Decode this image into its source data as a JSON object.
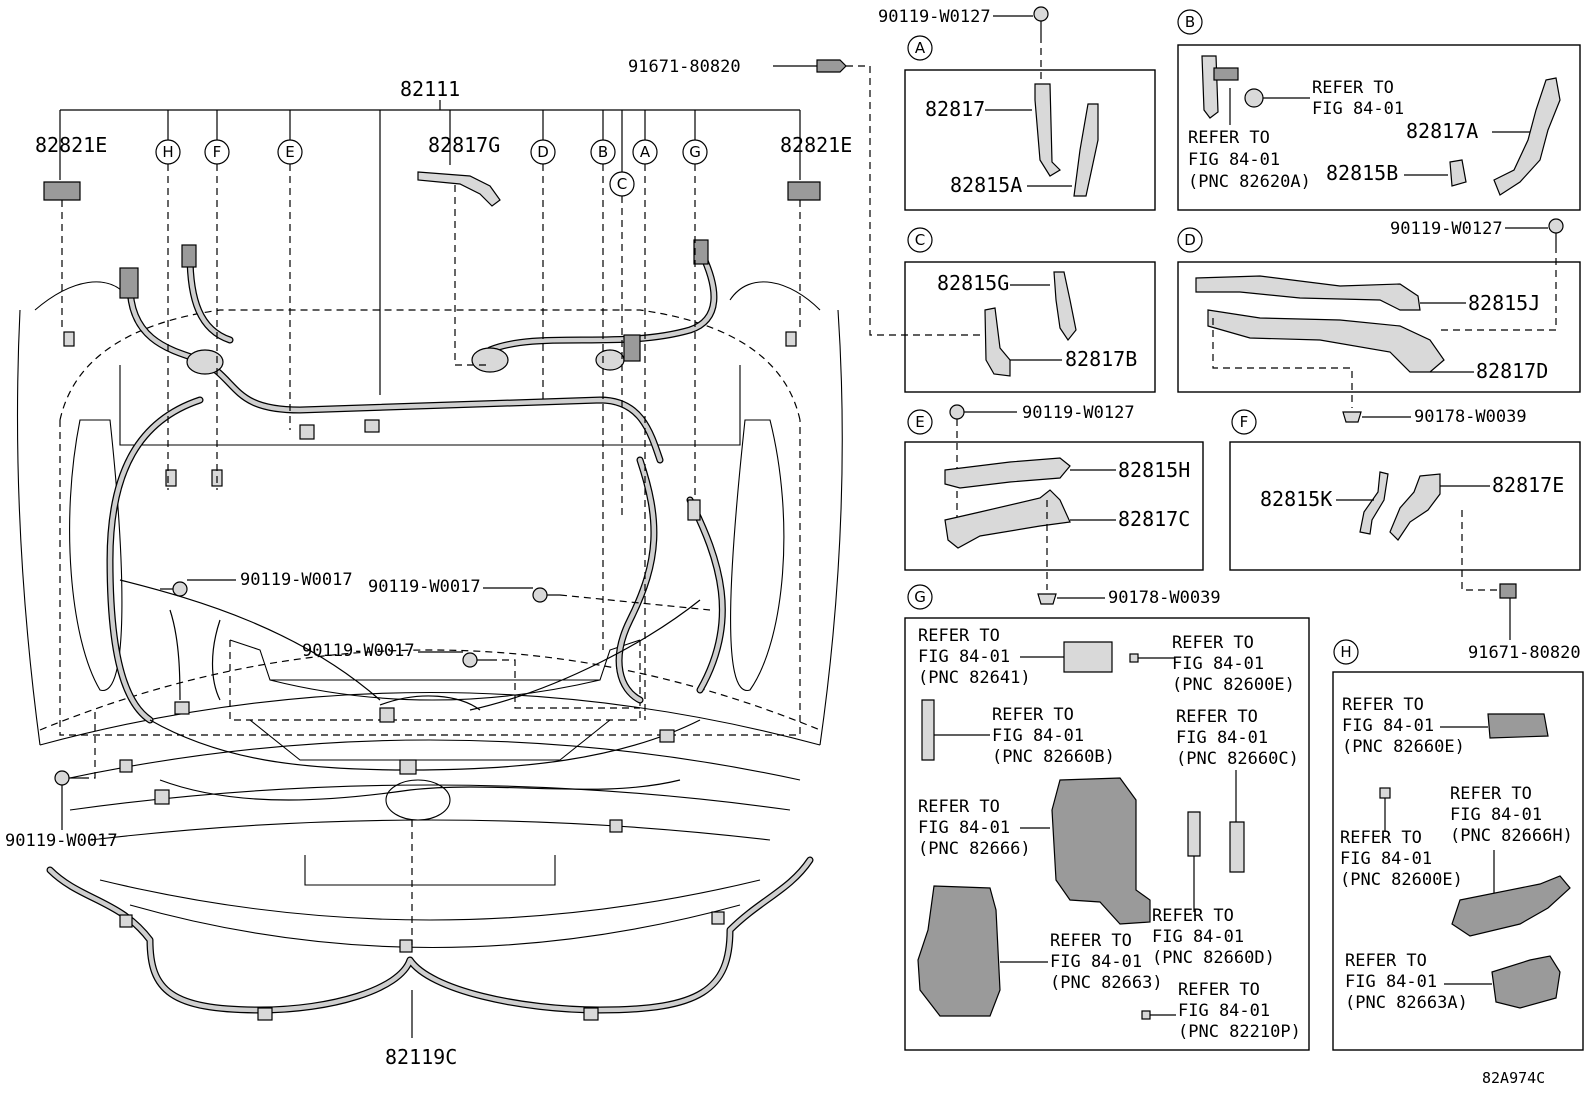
{
  "main": {
    "harness_main": "82111",
    "harness_sub": "82119C",
    "clip_left": "82821E",
    "clip_right": "82821E",
    "bracket_top": "82817G",
    "bolt_bottom_left": "90119-W0017",
    "bolt_mid_left": "90119-W0017",
    "bolt_mid_center": "90119-W0017",
    "bolt_mid_lower": "90119-W0017",
    "refs": [
      "H",
      "F",
      "E",
      "D",
      "B",
      "C",
      "A",
      "G"
    ]
  },
  "top_callouts": {
    "bolt_top": "90119-W0127",
    "bolt_clip": "91671-80820"
  },
  "panel_a": {
    "letter": "A",
    "p1": "82817",
    "p2": "82815A"
  },
  "panel_b": {
    "letter": "B",
    "refer1": [
      "REFER TO",
      "FIG 84-01"
    ],
    "refer2": [
      "REFER TO",
      "FIG 84-01",
      "(PNC 82620A)"
    ],
    "p1": "82817A",
    "p2": "82815B"
  },
  "panel_c": {
    "letter": "C",
    "p1": "82815G",
    "p2": "82817B"
  },
  "panel_d": {
    "letter": "D",
    "bolt": "90119-W0127",
    "p1": "82815J",
    "p2": "82817D",
    "clip": "90178-W0039"
  },
  "panel_e": {
    "letter": "E",
    "bolt": "90119-W0127",
    "p1": "82815H",
    "p2": "82817C",
    "clip": "90178-W0039"
  },
  "panel_f": {
    "letter": "F",
    "p1": "82815K",
    "p2": "82817E",
    "clip": "91671-80820"
  },
  "panel_g": {
    "letter": "G",
    "r1": [
      "REFER TO",
      "FIG 84-01",
      "(PNC 82641)"
    ],
    "r2": [
      "REFER TO",
      "FIG 84-01",
      "(PNC 82600E)"
    ],
    "r3": [
      "REFER TO",
      "FIG 84-01",
      "(PNC 82660B)"
    ],
    "r4": [
      "REFER TO",
      "FIG 84-01",
      "(PNC 82660C)"
    ],
    "r5": [
      "REFER TO",
      "FIG 84-01",
      "(PNC 82666)"
    ],
    "r6": [
      "REFER TO",
      "FIG 84-01",
      "(PNC 82660D)"
    ],
    "r7": [
      "REFER TO",
      "FIG 84-01",
      "(PNC 82663)"
    ],
    "r8": [
      "REFER TO",
      "FIG 84-01",
      "(PNC 82210P)"
    ]
  },
  "panel_h": {
    "letter": "H",
    "r1": [
      "REFER TO",
      "FIG 84-01",
      "(PNC 82660E)"
    ],
    "r2": [
      "REFER TO",
      "FIG 84-01",
      "(PNC 82666H)"
    ],
    "r3": [
      "REFER TO",
      "FIG 84-01",
      "(PNC 82600E)"
    ],
    "r4": [
      "REFER TO",
      "FIG 84-01",
      "(PNC 82663A)"
    ]
  },
  "figure_code": "82A974C"
}
